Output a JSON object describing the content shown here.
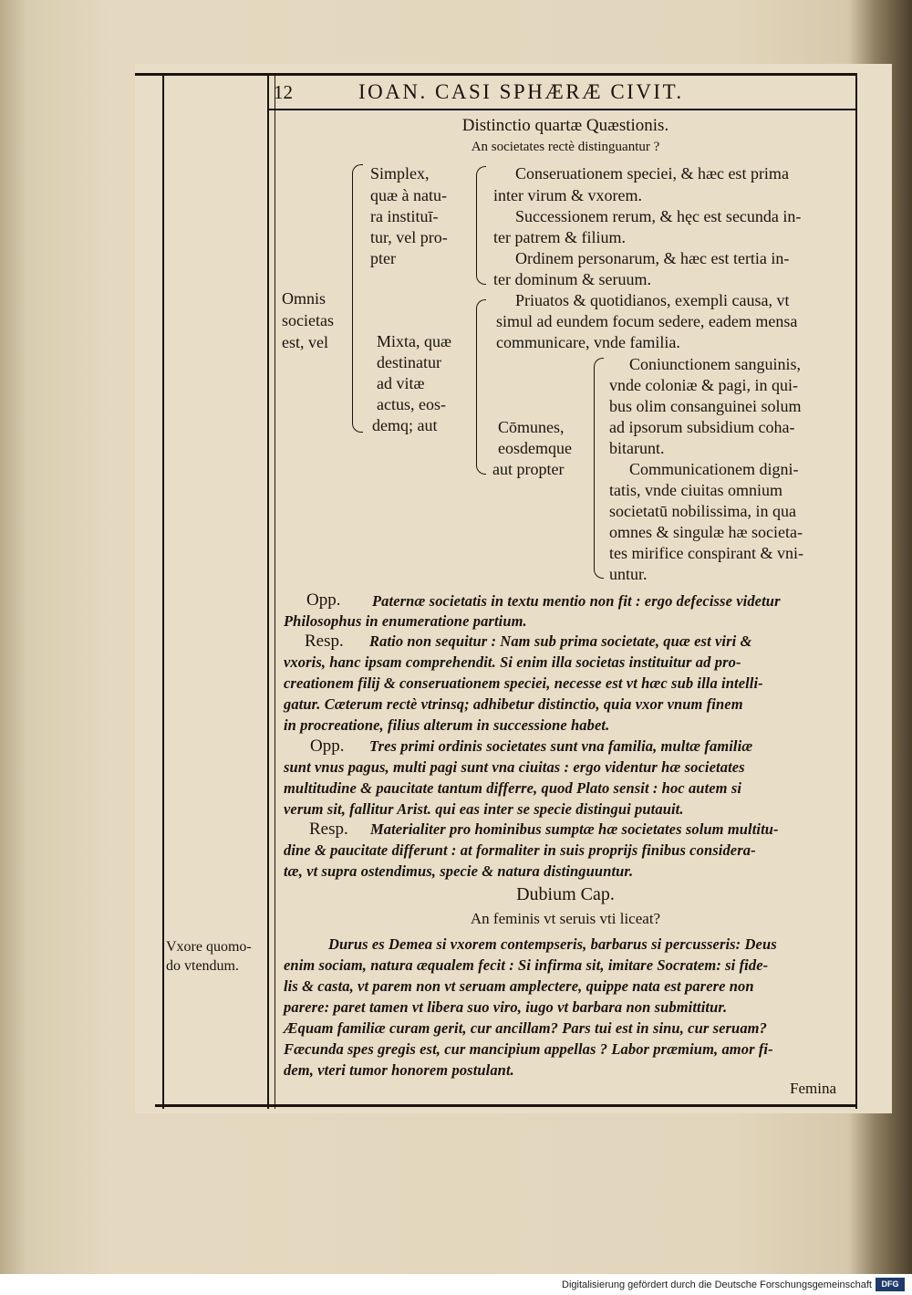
{
  "header": {
    "page_number": "12",
    "running_title": "IOAN. CASI SPHÆRÆ CIVIT."
  },
  "section": {
    "title": "Distinctio quartæ Quæstionis.",
    "question": "An societates rectè distinguantur ?"
  },
  "diagram": {
    "root": [
      "Omnis",
      "societas",
      "est, vel"
    ],
    "simplex": [
      "Simplex,",
      "quæ à natu-",
      "ra instituī-",
      "tur, vel pro-",
      "pter"
    ],
    "simplex_items": [
      "Conseruationem speciei, & hæc est prima",
      "inter virum & vxorem.",
      "Successionem rerum, & hęc est secunda in-",
      "ter patrem & filium.",
      "Ordinem personarum, & hæc est tertia in-",
      "ter dominum & seruum."
    ],
    "mixta": [
      "Mixta, quæ",
      "destinatur",
      "ad vitæ",
      "actus, eos-",
      "demq; aut"
    ],
    "privatos": [
      "Priuatos & quotidianos, exempli causa, vt",
      "simul ad eundem focum sedere, eadem mensa",
      "communicare, vnde familia."
    ],
    "communes": [
      "Cōmunes,",
      "eosdemque",
      "aut propter"
    ],
    "communes_a": [
      "Coniunctionem sanguinis,",
      "vnde coloniæ & pagi, in qui-",
      "bus olim consanguinei solum",
      "ad ipsorum subsidium coha-",
      "bitarunt."
    ],
    "communes_b": [
      "Communicationem digni-",
      "tatis, vnde ciuitas omnium",
      "societatū nobilissima, in qua",
      "omnes & singulæ hæ societa-",
      "tes mirifice conspirant & vni-",
      "untur."
    ]
  },
  "body": {
    "opp1_label": "Opp.",
    "opp1": [
      "Paternæ societatis in textu mentio non fit : ergo defecisse videtur",
      "Philosophus in enumeratione partium."
    ],
    "resp1_label": "Resp.",
    "resp1": [
      "Ratio non sequitur : Nam sub prima societate, quæ est viri &",
      "vxoris, hanc ipsam comprehendit. Si enim illa societas instituitur ad pro-",
      "creationem filij & conseruationem speciei, necesse est vt hæc sub illa intelli-",
      "gatur. Cæterum rectè vtrinsq; adhibetur distinctio, quia vxor vnum finem",
      "in procreatione, filius alterum in successione habet."
    ],
    "opp2_label": "Opp.",
    "opp2": [
      "Tres primi ordinis societates sunt vna familia, multæ familiæ",
      "sunt vnus pagus, multi pagi sunt vna ciuitas : ergo videntur hæ societates",
      "multitudine & paucitate tantum differre, quod Plato sensit : hoc autem si",
      "verum sit, fallitur Arist. qui eas inter se specie distingui putauit."
    ],
    "resp2_label": "Resp.",
    "resp2": [
      "Materialiter pro hominibus sumptæ hæ societates solum multitu-",
      "dine & paucitate differunt : at formaliter in suis proprijs finibus considera-",
      "tæ, vt supra ostendimus, specie & natura distinguuntur."
    ],
    "dubium_title": "Dubium Cap.",
    "dubium_question": "An feminis vt seruis vti liceat?",
    "dubium_text": [
      "Durus es Demea si vxorem contempseris, barbarus si percusseris: Deus",
      "enim sociam, natura æqualem fecit : Si infirma sit, imitare Socratem: si fide-",
      "lis & casta, vt parem non vt seruam amplectere, quippe nata est parere non",
      "parere: paret tamen vt libera suo viro, iugo vt barbara non submittitur.",
      "Æquam familiæ curam gerit, cur ancillam? Pars tui est in sinu, cur seruam?",
      "Fæcunda spes gregis est, cur mancipium appellas ? Labor præmium, amor fi-",
      "dem, vteri tumor honorem postulant."
    ]
  },
  "margin_note": [
    "Vxore quomo-",
    "do vtendum."
  ],
  "catchword": "Femina",
  "footer": {
    "credit": "Digitalisierung gefördert durch die Deutsche Forschungsgemeinschaft",
    "logo": "DFG"
  }
}
